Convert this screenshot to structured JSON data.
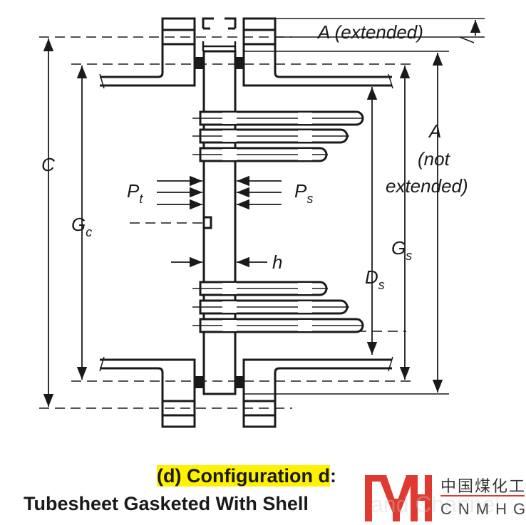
{
  "labels": {
    "a_extended": "A (extended)",
    "a": "A",
    "not": "(not",
    "extended": "extended)",
    "c": "C",
    "gc": "G",
    "gc_sub": "c",
    "pt": "P",
    "pt_sub": "t",
    "ps": "P",
    "ps_sub": "s",
    "h": "h",
    "gs": "G",
    "gs_sub": "s",
    "ds": "D",
    "ds_sub": "s"
  },
  "caption": {
    "line1": "(d) Configuration d",
    "colon": ":",
    "line2": "Tubesheet Gasketed  With Shell"
  },
  "logo": {
    "chinese": "中国煤化工",
    "latin": "CNMHG",
    "watermark": "and Channel",
    "color": "#e03a30"
  },
  "colors": {
    "line": "#1a1a1a",
    "highlight": "#fff200"
  }
}
